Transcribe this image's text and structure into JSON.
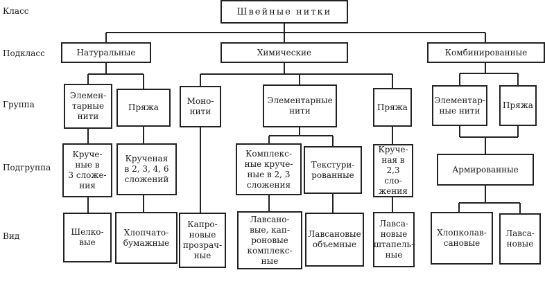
{
  "levels": {
    "class": "Класс",
    "subclass": "Подкласс",
    "group": "Группа",
    "subgroup": "Подгруппа",
    "kind": "Вид"
  },
  "root": "Швейные нитки",
  "subclasses": {
    "natural": "Натуральные",
    "chemical": "Химические",
    "combined": "Комбинированные"
  },
  "groups": {
    "nat_elementary": "Элемен-\nтарные\nнити",
    "nat_yarn": "Пряжа",
    "chem_mono": "Моно-\nнити",
    "chem_elementary": "Элементарные нити",
    "chem_yarn": "Пряжа",
    "comb_elementary": "Элементар-\nные нити",
    "comb_yarn": "Пряжа"
  },
  "subgroups": {
    "twisted3": "Круче-\nные в\n3 сложе-\nния",
    "twisted_multi": "Крученая\nв 2, 3, 4, 6\nсложений",
    "complex": "Комплекс-\nные круче-\nные в 2, 3\nсложения",
    "textured": "Текстури-\nрованные",
    "twisted23": "Круче-\nная в\n2,3 сло-\nжения",
    "reinforced": "Армированные"
  },
  "kinds": {
    "silk": "Шелко-\nвые",
    "cotton": "Хлопчато-\nбумажные",
    "kapron": "Капро-\nновые\nпрозрач-\nные",
    "lavsan_kapron": "Лавсано-\nвые, кап-\nроновые\nкомплекс-\nные",
    "lavsan_volume": "Лавсановые\nобъемные",
    "lavsan_staple": "Лавса-\nновые\nштапель-\nные",
    "cotton_lavsan": "Хлопколав-\nсановые",
    "lavsan": "Лавса-\nновые"
  }
}
